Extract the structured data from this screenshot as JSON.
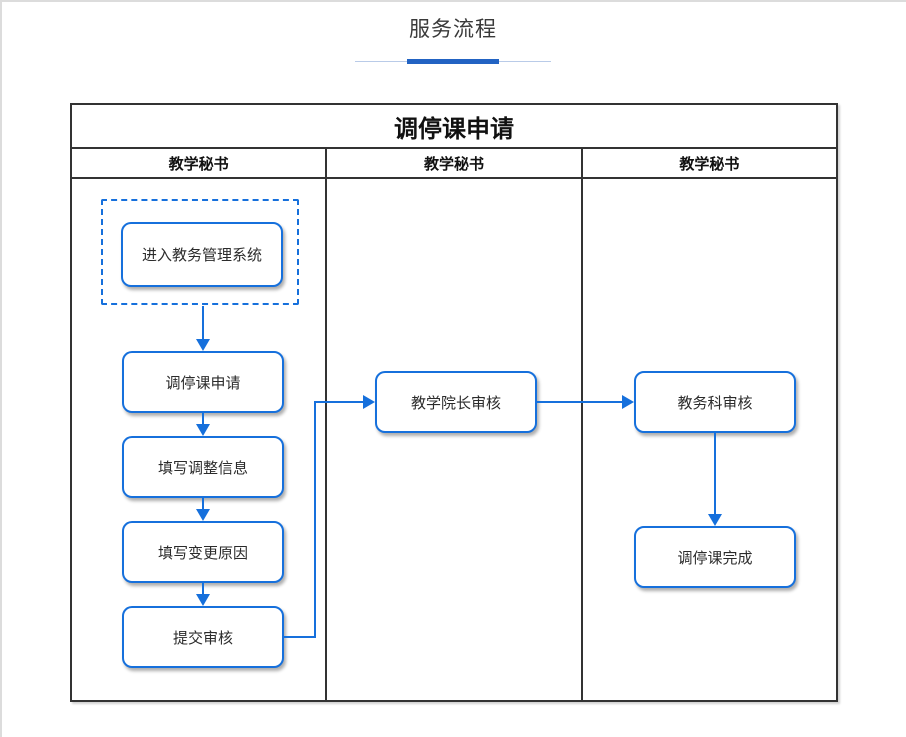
{
  "page": {
    "title": "服务流程"
  },
  "diagram": {
    "title": "调停课申请",
    "lanes": [
      {
        "label": "教学秘书"
      },
      {
        "label": "教学秘书"
      },
      {
        "label": "教学秘书"
      }
    ],
    "nodes": [
      {
        "id": "enter-system",
        "label": "进入教务管理系统",
        "in_dashed_group": true
      },
      {
        "id": "class-adjust-apply",
        "label": "调停课申请"
      },
      {
        "id": "fill-adjust-info",
        "label": "填写调整信息"
      },
      {
        "id": "fill-change-reason",
        "label": "填写变更原因"
      },
      {
        "id": "submit-review",
        "label": "提交审核"
      },
      {
        "id": "dean-review",
        "label": "教学院长审核"
      },
      {
        "id": "academic-office-review",
        "label": "教务科审核"
      },
      {
        "id": "complete",
        "label": "调停课完成"
      }
    ],
    "flow": [
      "enter-system -> class-adjust-apply",
      "class-adjust-apply -> fill-adjust-info",
      "fill-adjust-info -> fill-change-reason",
      "fill-change-reason -> submit-review",
      "submit-review -> dean-review",
      "dean-review -> academic-office-review",
      "academic-office-review -> complete"
    ],
    "colors": {
      "accent_blue": "#1670dc",
      "underline_thick_blue": "#2263c3",
      "underline_thin_blue": "#b9cbe8",
      "table_border": "#333333",
      "text_dark": "#2b2b2b"
    }
  }
}
